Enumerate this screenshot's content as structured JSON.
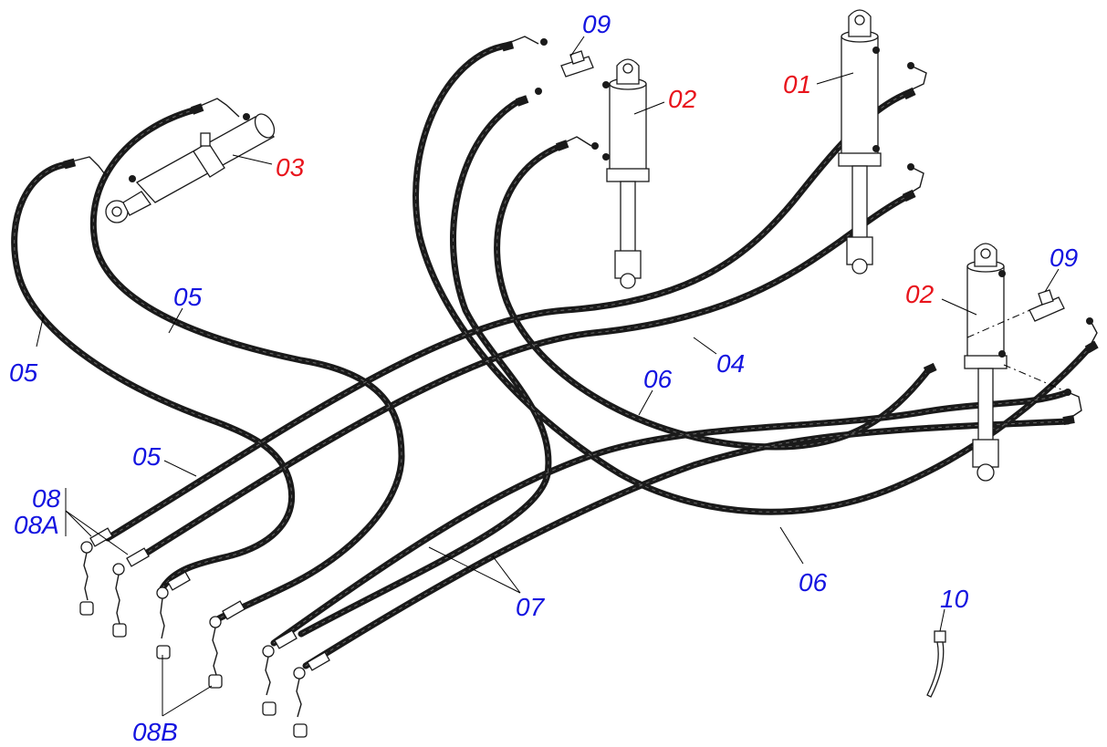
{
  "colors": {
    "red_label": "#e8141c",
    "blue_label": "#1414e0",
    "hose": "#1a1a1a"
  },
  "labels": [
    {
      "text": "01",
      "color": "red"
    },
    {
      "text": "02",
      "color": "red"
    },
    {
      "text": "02",
      "color": "red"
    },
    {
      "text": "03",
      "color": "red"
    },
    {
      "text": "04",
      "color": "blue"
    },
    {
      "text": "05",
      "color": "blue"
    },
    {
      "text": "05",
      "color": "blue"
    },
    {
      "text": "05",
      "color": "blue"
    },
    {
      "text": "06",
      "color": "blue"
    },
    {
      "text": "06",
      "color": "blue"
    },
    {
      "text": "07",
      "color": "blue"
    },
    {
      "text": "08",
      "color": "blue"
    },
    {
      "text": "08A",
      "color": "blue"
    },
    {
      "text": "08B",
      "color": "blue"
    },
    {
      "text": "09",
      "color": "blue"
    },
    {
      "text": "09",
      "color": "blue"
    },
    {
      "text": "10",
      "color": "blue"
    }
  ]
}
